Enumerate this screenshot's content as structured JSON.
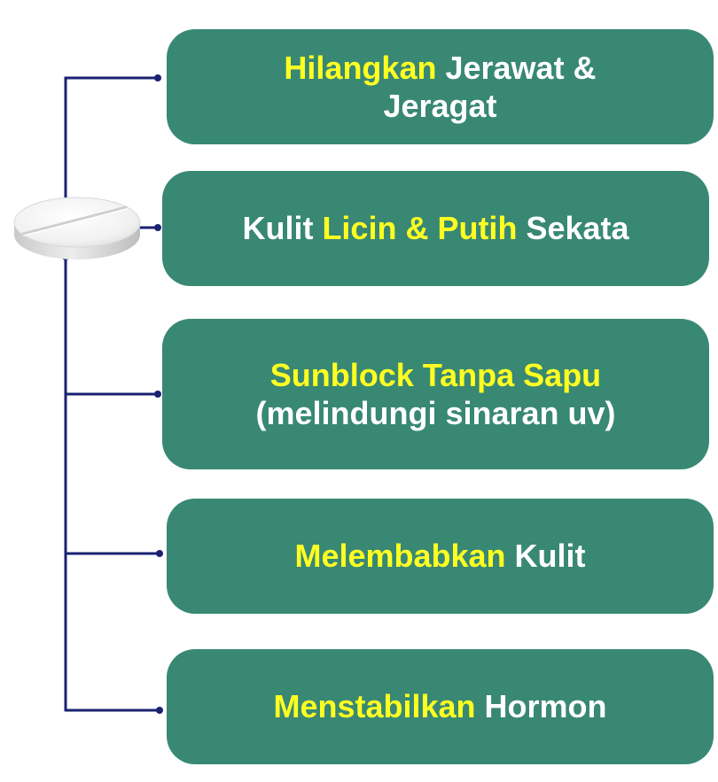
{
  "theme": {
    "box_color": "#388874",
    "text_color": "#ffffff",
    "highlight_color": "#ffff22",
    "connector_color": "#1a2272",
    "pill_icon": "tablet-pill"
  },
  "items": [
    {
      "lines": [
        [
          {
            "text": "Hilangkan",
            "hl": true
          },
          {
            "text": " Jerawat &",
            "hl": false
          }
        ],
        [
          {
            "text": "Jeragat",
            "hl": false
          }
        ]
      ]
    },
    {
      "lines": [
        [
          {
            "text": "Kulit ",
            "hl": false
          },
          {
            "text": "Licin & Putih",
            "hl": true
          },
          {
            "text": " Sekata",
            "hl": false
          }
        ]
      ]
    },
    {
      "lines": [
        [
          {
            "text": "Sunblock Tanpa Sapu",
            "hl": true
          }
        ],
        [
          {
            "text": "(melindungi sinaran uv)",
            "hl": false
          }
        ]
      ]
    },
    {
      "lines": [
        [
          {
            "text": "Melembabkan",
            "hl": true
          },
          {
            "text": " Kulit",
            "hl": false
          }
        ]
      ]
    },
    {
      "lines": [
        [
          {
            "text": "Menstabilkan",
            "hl": true
          },
          {
            "text": " Hormon",
            "hl": false
          }
        ]
      ]
    }
  ]
}
